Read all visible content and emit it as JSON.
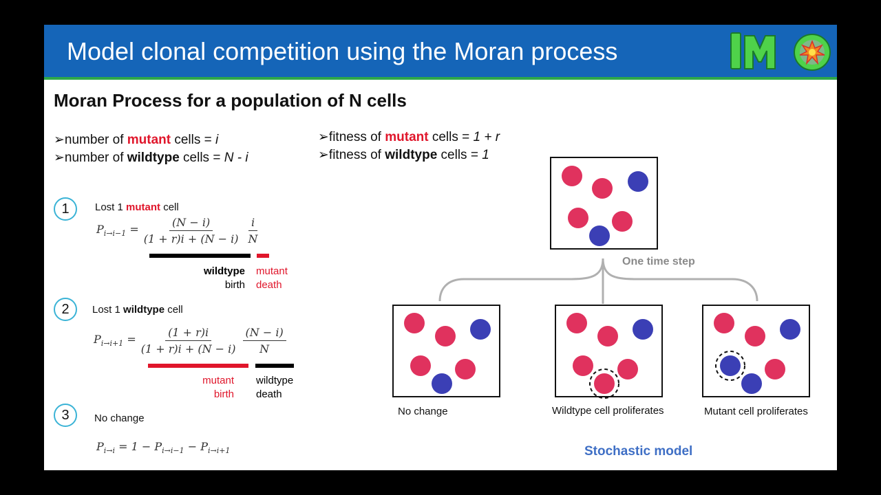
{
  "header": {
    "title": "Model clonal competition using the Moran process",
    "logo_text": "IMO",
    "colors": {
      "bar": "#1565b8",
      "accent": "#2ea84a",
      "mutant": "#e0325e",
      "wildtype": "#3b3fb5"
    }
  },
  "subtitle": "Moran Process for a population of N cells",
  "bullets_left": [
    {
      "pre": "➢number of ",
      "key": "mutant",
      "mid": " cells = ",
      "val": "i"
    },
    {
      "pre": "➢number of ",
      "key": "wildtype",
      "mid": " cells = ",
      "val": "N - i"
    }
  ],
  "bullets_right": [
    {
      "pre": "➢fitness of ",
      "key": "mutant",
      "mid": " cells = ",
      "val": "1 + r"
    },
    {
      "pre": "➢fitness of ",
      "key": "wildtype",
      "mid": " cells = ",
      "val": "1"
    }
  ],
  "steps": [
    {
      "num": "1",
      "pre": "Lost 1 ",
      "key": "mutant",
      "post": " cell",
      "lhs": "P",
      "lhs_sub": "i→i−1",
      "num1": "(N − i)",
      "den1": "(1 + r)i + (N − i)",
      "num2": "i",
      "den2": "N",
      "label_a1": "wildtype",
      "label_a2": "birth",
      "label_b1": "mutant",
      "label_b2": "death"
    },
    {
      "num": "2",
      "pre": "Lost 1 ",
      "key": "wildtype",
      "post": " cell",
      "lhs": "P",
      "lhs_sub": "i→i+1",
      "num1": "(1 + r)i",
      "den1": "(1 + r)i + (N − i)",
      "num2": "(N − i)",
      "den2": "N",
      "label_a1": "mutant",
      "label_a2": "birth",
      "label_b1": "wildtype",
      "label_b2": "death"
    },
    {
      "num": "3",
      "text": "No change",
      "eq": {
        "p1": "P",
        "s1": "i→i",
        "mid1": " = 1 − ",
        "p2": "P",
        "s2": "i→i−1",
        "mid2": " − ",
        "p3": "P",
        "s3": "i→i+1"
      }
    }
  ],
  "diagram": {
    "time_step": "One time step",
    "captions": [
      "No change",
      "Wildtype cell proliferates",
      "Mutant cell proliferates"
    ],
    "label": "Stochastic model"
  }
}
